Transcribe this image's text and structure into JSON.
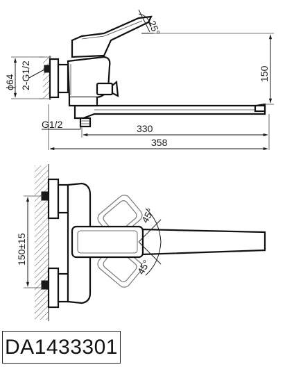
{
  "dimensions": {
    "angle_top": "25°",
    "diameter": "ϕ64",
    "connection": "2-G1/2",
    "height": "150",
    "thread": "G1/2",
    "spout_length": "330",
    "total_length": "358",
    "center_distance": "150±15",
    "angle_upper": "45°",
    "angle_lower": "45°"
  },
  "model": {
    "code": "DA1433301"
  }
}
